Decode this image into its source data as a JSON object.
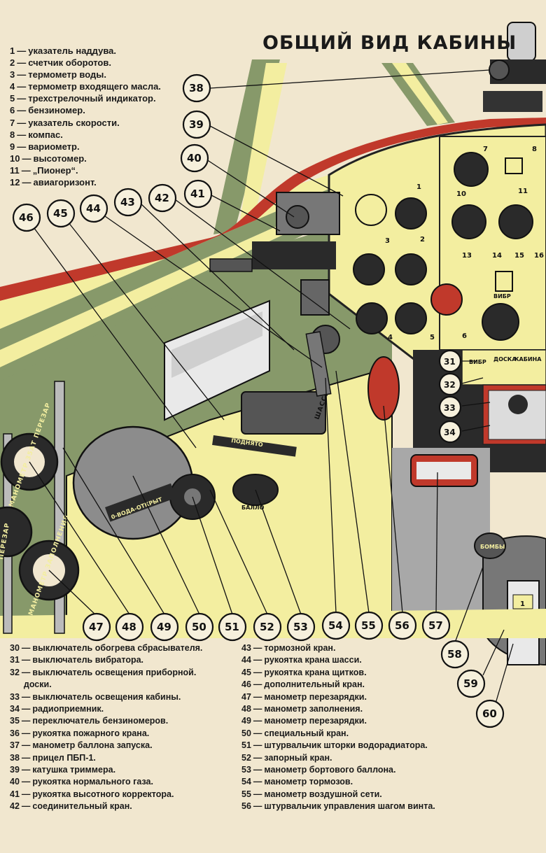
{
  "title": "ОБЩИЙ ВИД КАБИНЫ",
  "legend_top": [
    {
      "num": "1",
      "text": "указатель наддува."
    },
    {
      "num": "2",
      "text": "счетчик оборотов."
    },
    {
      "num": "3",
      "text": "термометр воды."
    },
    {
      "num": "4",
      "text": "термометр входящего масла."
    },
    {
      "num": "5",
      "text": "трехстрелочный индикатор."
    },
    {
      "num": "6",
      "text": "бензиномер."
    },
    {
      "num": "7",
      "text": "указатель скорости."
    },
    {
      "num": "8",
      "text": "компас."
    },
    {
      "num": "9",
      "text": "вариометр."
    },
    {
      "num": "10",
      "text": "высотомер."
    },
    {
      "num": "11",
      "text": "„Пионер“."
    },
    {
      "num": "12",
      "text": "авиагоризонт."
    }
  ],
  "legend_bottom_left": [
    {
      "num": "30",
      "text": "выключатель обогрева сбрасывателя."
    },
    {
      "num": "31",
      "text": "выключатель вибратора."
    },
    {
      "num": "32",
      "text": "выключатель освещения приборной."
    },
    {
      "num": "",
      "text": "доски."
    },
    {
      "num": "33",
      "text": "выключатель освещения кабины."
    },
    {
      "num": "34",
      "text": "радиоприемник."
    },
    {
      "num": "35",
      "text": "переключатель бензиномеров."
    },
    {
      "num": "36",
      "text": "рукоятка пожарного крана."
    },
    {
      "num": "37",
      "text": "манометр баллона запуска."
    },
    {
      "num": "38",
      "text": "прицел ПБП-1."
    },
    {
      "num": "39",
      "text": "катушка триммера."
    },
    {
      "num": "40",
      "text": "рукоятка нормального газа."
    },
    {
      "num": "41",
      "text": "рукоятка высотного корректора."
    },
    {
      "num": "42",
      "text": "соединительный кран."
    }
  ],
  "legend_bottom_right": [
    {
      "num": "43",
      "text": "тормозной кран."
    },
    {
      "num": "44",
      "text": "рукоятка крана шасси."
    },
    {
      "num": "45",
      "text": "рукоятка крана щитков."
    },
    {
      "num": "46",
      "text": "дополнительный кран."
    },
    {
      "num": "47",
      "text": "манометр перезарядки."
    },
    {
      "num": "48",
      "text": "манометр заполнения."
    },
    {
      "num": "49",
      "text": "манометр перезарядки."
    },
    {
      "num": "50",
      "text": "специальный кран."
    },
    {
      "num": "51",
      "text": "штурвальчик шторки водорадиатора."
    },
    {
      "num": "52",
      "text": "запорный кран."
    },
    {
      "num": "53",
      "text": "манометр бортового баллона."
    },
    {
      "num": "54",
      "text": "манометр тормозов."
    },
    {
      "num": "55",
      "text": "манометр воздушной сети."
    },
    {
      "num": "56",
      "text": "штурвальчик управления шагом винта."
    }
  ],
  "callouts": [
    "38",
    "39",
    "40",
    "41",
    "42",
    "43",
    "44",
    "45",
    "46",
    "47",
    "48",
    "49",
    "50",
    "51",
    "52",
    "53",
    "54",
    "55",
    "56",
    "57",
    "58",
    "59",
    "60",
    "31",
    "32",
    "33",
    "34"
  ],
  "gauge_numbers": [
    "1",
    "2",
    "3",
    "4",
    "5",
    "6",
    "7",
    "8",
    "10",
    "11",
    "13",
    "14",
    "15",
    "16"
  ],
  "labels": {
    "shassi": "ШАССИ",
    "podnyato": "ПОДНЯТО",
    "voda_otkryt": "0-ВОДА-ОТКРЫТ",
    "ballon": "БАЛЛО",
    "manometr_peres": "МАНОМЕТР 35АТ ПЕРЕЗАР",
    "manometr_zapoln": "МАНОМЕТР ЗАПОЛНЕНИЯ",
    "perezar": "ПЕРЕЗАР",
    "bomby": "БОМБЫ",
    "vibr": "ВИБР",
    "doska": "ДОСКА",
    "kabina": "КАБИНА",
    "pos_1": "1",
    "pos_2": "2"
  },
  "colors": {
    "paper": "#f1e7cf",
    "cream_yellow": "#f3eea0",
    "olive_green": "#87996a",
    "dark_panel": "#2a2a2a",
    "red": "#c0392b",
    "grey": "#8c8c8c"
  }
}
